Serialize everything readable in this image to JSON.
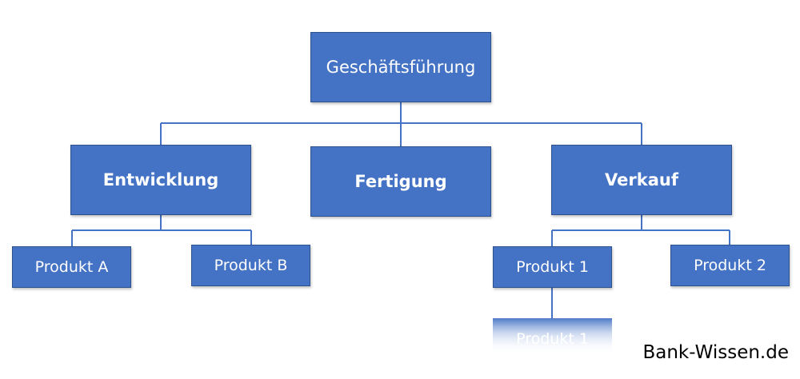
{
  "org_chart": {
    "root": {
      "label": "Geschäftsführung"
    },
    "departments": [
      {
        "label": "Entwicklung",
        "children": [
          "Produkt A",
          "Produkt B"
        ]
      },
      {
        "label": "Fertigung",
        "children": []
      },
      {
        "label": "Verkauf",
        "children": [
          "Produkt 1",
          "Produkt 2"
        ]
      }
    ],
    "faded_item": {
      "label": "Produkt 1"
    }
  },
  "colors": {
    "box_fill": "#4472c4",
    "box_border": "#2f528f",
    "connector": "#4472c4",
    "text": "#ffffff"
  },
  "watermark": "Bank-Wissen.de"
}
